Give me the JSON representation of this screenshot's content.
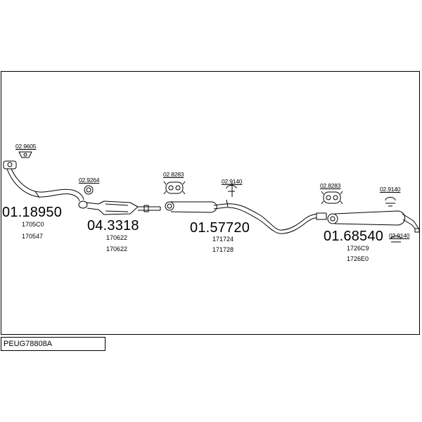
{
  "diagram_code": "PEUG78808A",
  "parts": [
    {
      "number": "01.18950",
      "refs": [
        "1705C0",
        "170547"
      ]
    },
    {
      "number": "04.3318",
      "refs": [
        "170622",
        "170622"
      ]
    },
    {
      "number": "01.57720",
      "refs": [
        "171724",
        "171728"
      ]
    },
    {
      "number": "01.68540",
      "refs": [
        "1726C9",
        "1726E0"
      ]
    }
  ],
  "accessories": [
    "02.9605",
    "02.9264",
    "02.8283",
    "02.9140",
    "02.8283",
    "02.9140",
    "02.9140"
  ]
}
